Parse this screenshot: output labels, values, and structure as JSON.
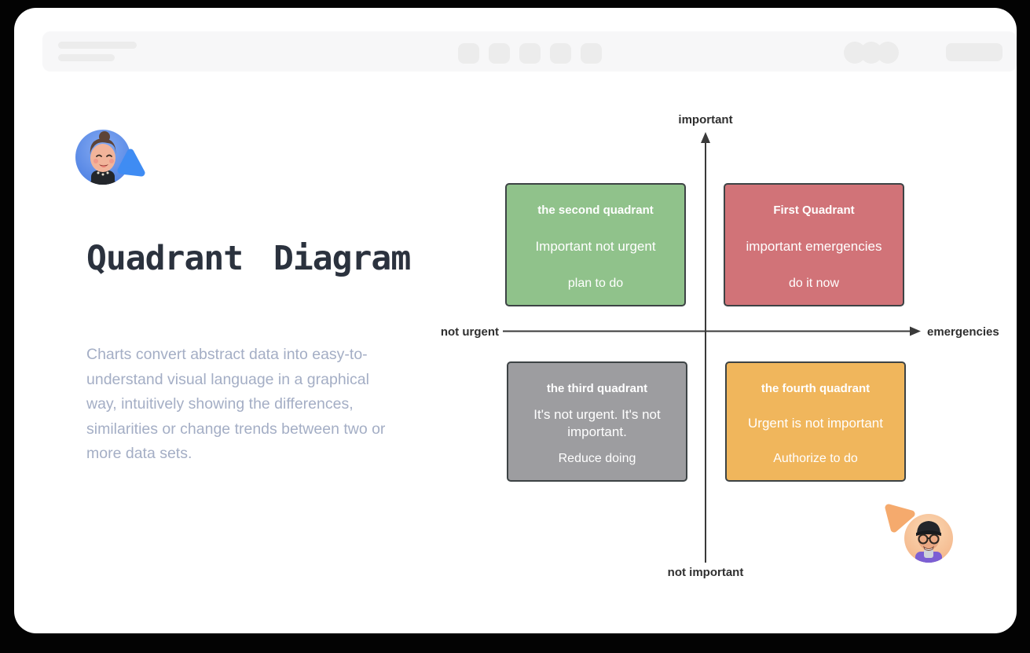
{
  "hero": {
    "title": "Quadrant Diagram",
    "description": "Charts convert abstract data into easy-to-understand visual language in a graphical way, intuitively showing the differences, similarities or change trends between two or more data sets."
  },
  "diagram": {
    "axis_labels": {
      "top": "important",
      "bottom": "not important",
      "left": "not urgent",
      "right": "emergencies"
    },
    "axis_color": "#3a3a3a",
    "quadrants": [
      {
        "position": "top-left",
        "title": "the second quadrant",
        "subtitle": "Important not urgent",
        "action": "plan to do",
        "color": "#90c28b"
      },
      {
        "position": "top-right",
        "title": "First Quadrant",
        "subtitle": "important emergencies",
        "action": "do it now",
        "color": "#d17378"
      },
      {
        "position": "bottom-left",
        "title": "the third quadrant",
        "subtitle": "It's not urgent. It's not important.",
        "action": "Reduce doing",
        "color": "#9d9da0"
      },
      {
        "position": "bottom-right",
        "title": "the fourth quadrant",
        "subtitle": "Urgent is not important",
        "action": "Authorize to do",
        "color": "#f0b65c"
      }
    ]
  },
  "collaborators": {
    "blue_cursor_color": "#3f8cf3",
    "orange_cursor_color": "#f5aa6d"
  },
  "theme": {
    "canvas_bg": "#030303",
    "window_bg": "#ffffff",
    "toolbar_bg": "#f7f7f8",
    "skeleton_color": "#ececec",
    "title_color": "#2b323e",
    "description_color": "#a4aec5"
  }
}
